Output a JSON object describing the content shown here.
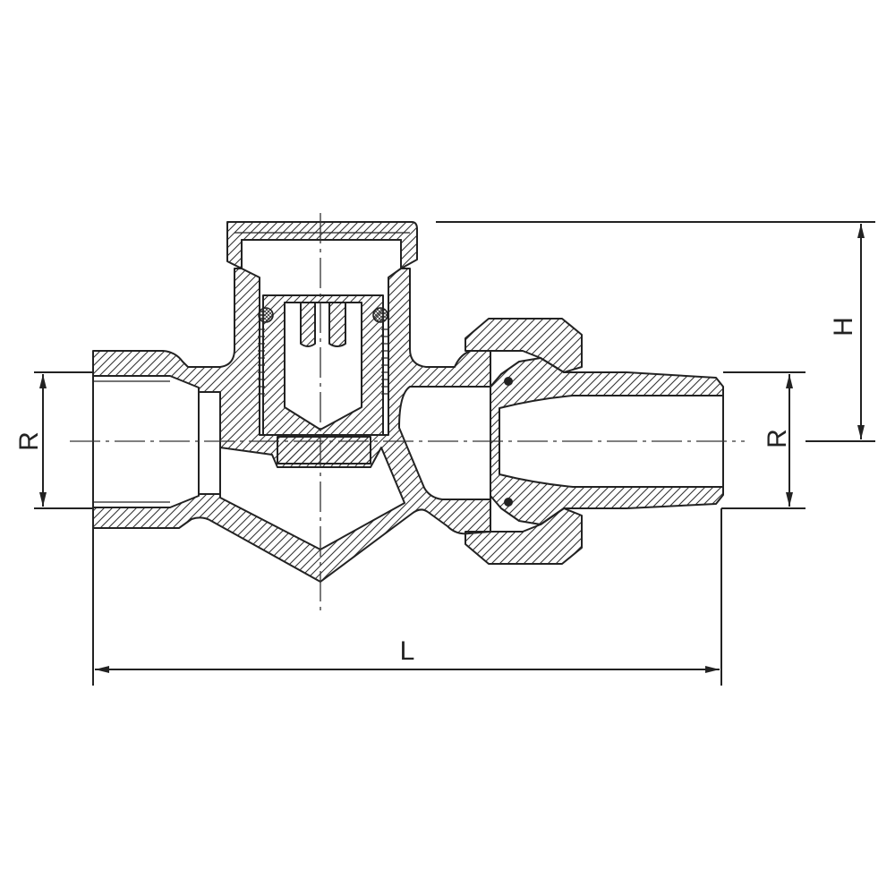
{
  "colors": {
    "ink": "#222222",
    "background": "#ffffff"
  },
  "dimensions": {
    "inlet_size": {
      "label": "R"
    },
    "outlet_size": {
      "label": "R"
    },
    "height": {
      "label": "H"
    },
    "length": {
      "label": "L"
    }
  }
}
